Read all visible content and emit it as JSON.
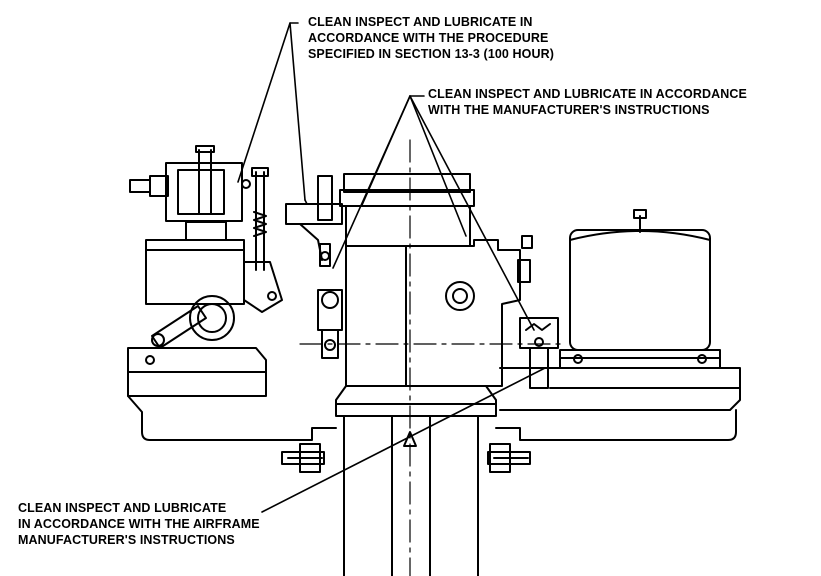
{
  "callouts": {
    "top": {
      "lines": [
        "CLEAN INSPECT AND LUBRICATE IN",
        "ACCORDANCE WITH THE PROCEDURE",
        "SPECIFIED IN SECTION 13-3 (100 HOUR)"
      ]
    },
    "right": {
      "lines": [
        "CLEAN INSPECT AND LUBRICATE IN ACCORDANCE",
        "WITH THE MANUFACTURER'S INSTRUCTIONS"
      ]
    },
    "bottom": {
      "lines": [
        "CLEAN INSPECT AND LUBRICATE",
        "IN ACCORDANCE WITH THE AIRFRAME",
        "MANUFACTURER'S INSTRUCTIONS"
      ]
    }
  },
  "colors": {
    "ink": "#000000",
    "paper": "#ffffff"
  }
}
